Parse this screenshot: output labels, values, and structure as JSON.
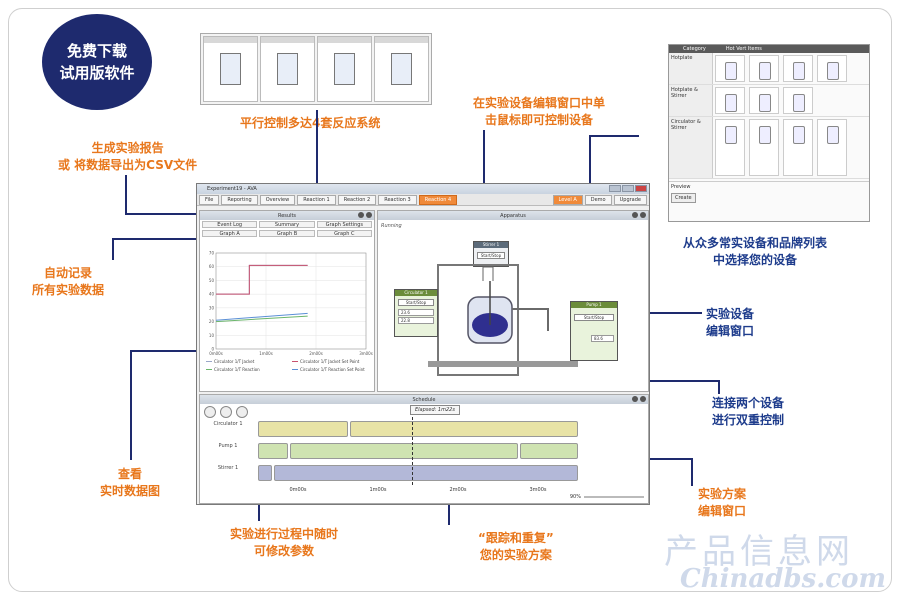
{
  "badge": {
    "line1": "免费下载",
    "line2": "试用版软件"
  },
  "callouts": {
    "parallel": "平行控制多达4套反应系统",
    "click_control_1": "在实验设备编辑窗口中单",
    "click_control_2": "击鼠标即可控制设备",
    "report_1": "生成实验报告",
    "report_2": "或 将数据导出为CSV文件",
    "record_1": "自动记录",
    "record_2": "所有实验数据",
    "choose_1": "从众多常实设备和品牌列表",
    "choose_2": "中选择您的设备",
    "editor_1": "实验设备",
    "editor_2": "编辑窗口",
    "connect_1": "连接两个设备",
    "connect_2": "进行双重控制",
    "realtime_1": "查看",
    "realtime_2": "实时数据图",
    "modify_1": "实验进行过程中随时",
    "modify_2": "可修改参数",
    "track_1": "“跟踪和重复”",
    "track_2": "您的实验方案",
    "scheme_1": "实验方案",
    "scheme_2": "编辑窗口"
  },
  "window": {
    "title": "Experiment19 - AVA",
    "menu": [
      "File",
      "Reporting",
      "Overview",
      "Reaction 1",
      "Reaction 2",
      "Reaction 3",
      "Reaction 4"
    ],
    "active_tab": "Reaction 4",
    "right_buttons": [
      "Level A",
      "Demo",
      "Upgrade"
    ]
  },
  "results": {
    "title": "Results",
    "tabs": [
      "Event Log",
      "Summary",
      "Graph Settings"
    ],
    "graph_tabs": [
      "Graph A",
      "Graph B",
      "Graph C"
    ]
  },
  "apparatus": {
    "title": "Apparatus",
    "status": "Running",
    "stirrer_label": "Stirrer 1",
    "stirrer_button": "Start/Stop",
    "circulator_label": "Circulator 1",
    "circulator_button": "Start/Stop",
    "circ_val1": "23.6",
    "circ_val2": "22.8",
    "pump_label": "Pump 1",
    "pump_button": "Start/Stop",
    "pump_val": "83.6"
  },
  "schedule": {
    "title": "Schedule",
    "elapsed": "Elapsed: 1m22s",
    "lanes": [
      "Circulator 1",
      "Pump 1",
      "Stirrer 1"
    ],
    "time_ticks": [
      "0m00s",
      "1m00s",
      "2m00s",
      "3m00s"
    ],
    "zoom": "90%"
  },
  "equipment_panel": {
    "headers": [
      "Category",
      "Hot Vert Items"
    ],
    "categories": [
      "Hotplate",
      "Hotplate & Stirrer",
      "Circulator & Stirrer"
    ],
    "preview_label": "Preview",
    "create_button": "Create"
  },
  "watermark": {
    "cn": "产品信息网",
    "en": "Chinadbs.com"
  },
  "chart_data": {
    "type": "line",
    "x": [
      0,
      60,
      120
    ],
    "x_ticks": [
      "0m00s",
      "1m00s",
      "2m00s",
      "3m00s"
    ],
    "ylim": [
      0,
      70
    ],
    "y_ticks": [
      0,
      10,
      20,
      30,
      40,
      50,
      60,
      70
    ],
    "legend": "bottom",
    "series": [
      {
        "name": "Circulator 1/T Jacket",
        "color": "#9aa6c8",
        "points": [
          [
            0,
            40
          ],
          [
            40,
            40
          ],
          [
            40,
            61
          ],
          [
            110,
            61
          ]
        ]
      },
      {
        "name": "Circulator 1/T Jacket Set Point",
        "color": "#c8506e",
        "points": [
          [
            0,
            40
          ],
          [
            40,
            40
          ],
          [
            40,
            61
          ],
          [
            110,
            61
          ]
        ]
      },
      {
        "name": "Circulator 1/T Reaction",
        "color": "#6bb56b",
        "points": [
          [
            0,
            20
          ],
          [
            110,
            24
          ]
        ]
      },
      {
        "name": "Circulator 1/T Reaction Set Point",
        "color": "#5b8fd6",
        "points": [
          [
            0,
            21
          ],
          [
            110,
            26
          ]
        ]
      }
    ]
  }
}
